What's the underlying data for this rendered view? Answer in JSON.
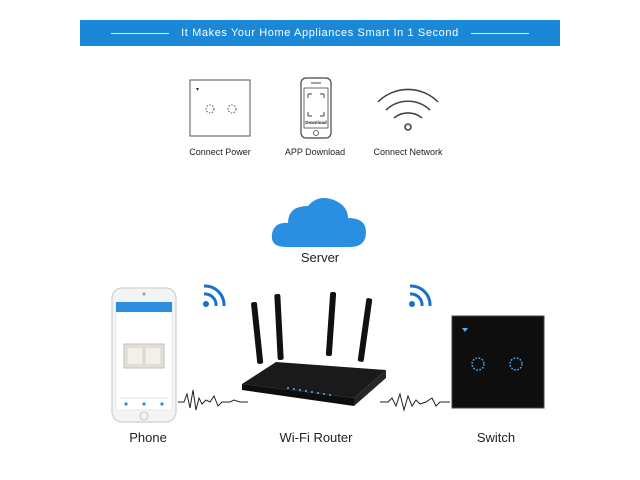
{
  "banner": {
    "title": "It Makes Your Home Appliances Smart In 1 Second"
  },
  "steps": [
    {
      "label": "Connect Power",
      "icon": "switch-panel-icon"
    },
    {
      "label": "APP Download",
      "icon": "phone-download-icon",
      "screen_text": "Download"
    },
    {
      "label": "Connect Network",
      "icon": "wifi-icon"
    }
  ],
  "server": {
    "label": "Server"
  },
  "devices": {
    "phone": {
      "label": "Phone"
    },
    "router": {
      "label": "Wi-Fi Router"
    },
    "switch": {
      "label": "Switch"
    }
  },
  "colors": {
    "accent": "#1a88d6",
    "cloud": "#2a8fe0",
    "switch_body": "#111111",
    "led": "#4fb3ff"
  }
}
